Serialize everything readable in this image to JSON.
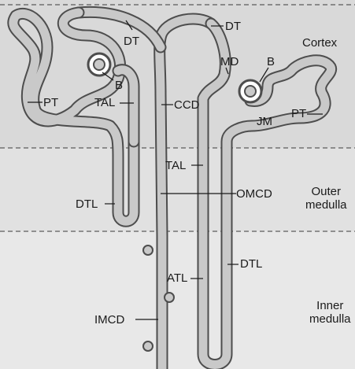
{
  "zones": {
    "cortex": "Cortex",
    "outer_medulla": [
      "Outer",
      "medulla"
    ],
    "inner_medulla": [
      "Inner",
      "medulla"
    ]
  },
  "labels": {
    "dt_left": "DT",
    "dt_right": "DT",
    "b_left": "B",
    "b_right": "B",
    "md": "MD",
    "pt_left": "PT",
    "pt_right": "PT",
    "tal_upper": "TAL",
    "tal_lower": "TAL",
    "ccd": "CCD",
    "jm": "JM",
    "dtl_left": "DTL",
    "dtl_right": "DTL",
    "omcd": "OMCD",
    "atl": "ATL",
    "imcd": "IMCD"
  },
  "colors": {
    "cortex_band": "#d9d9d9",
    "outer_band": "#e1e1e1",
    "inner_band": "#e8e8e8",
    "tubule_fill": "#c9c9c9",
    "tubule_outline": "#4d4d4d",
    "divider": "#3a3a3a"
  }
}
